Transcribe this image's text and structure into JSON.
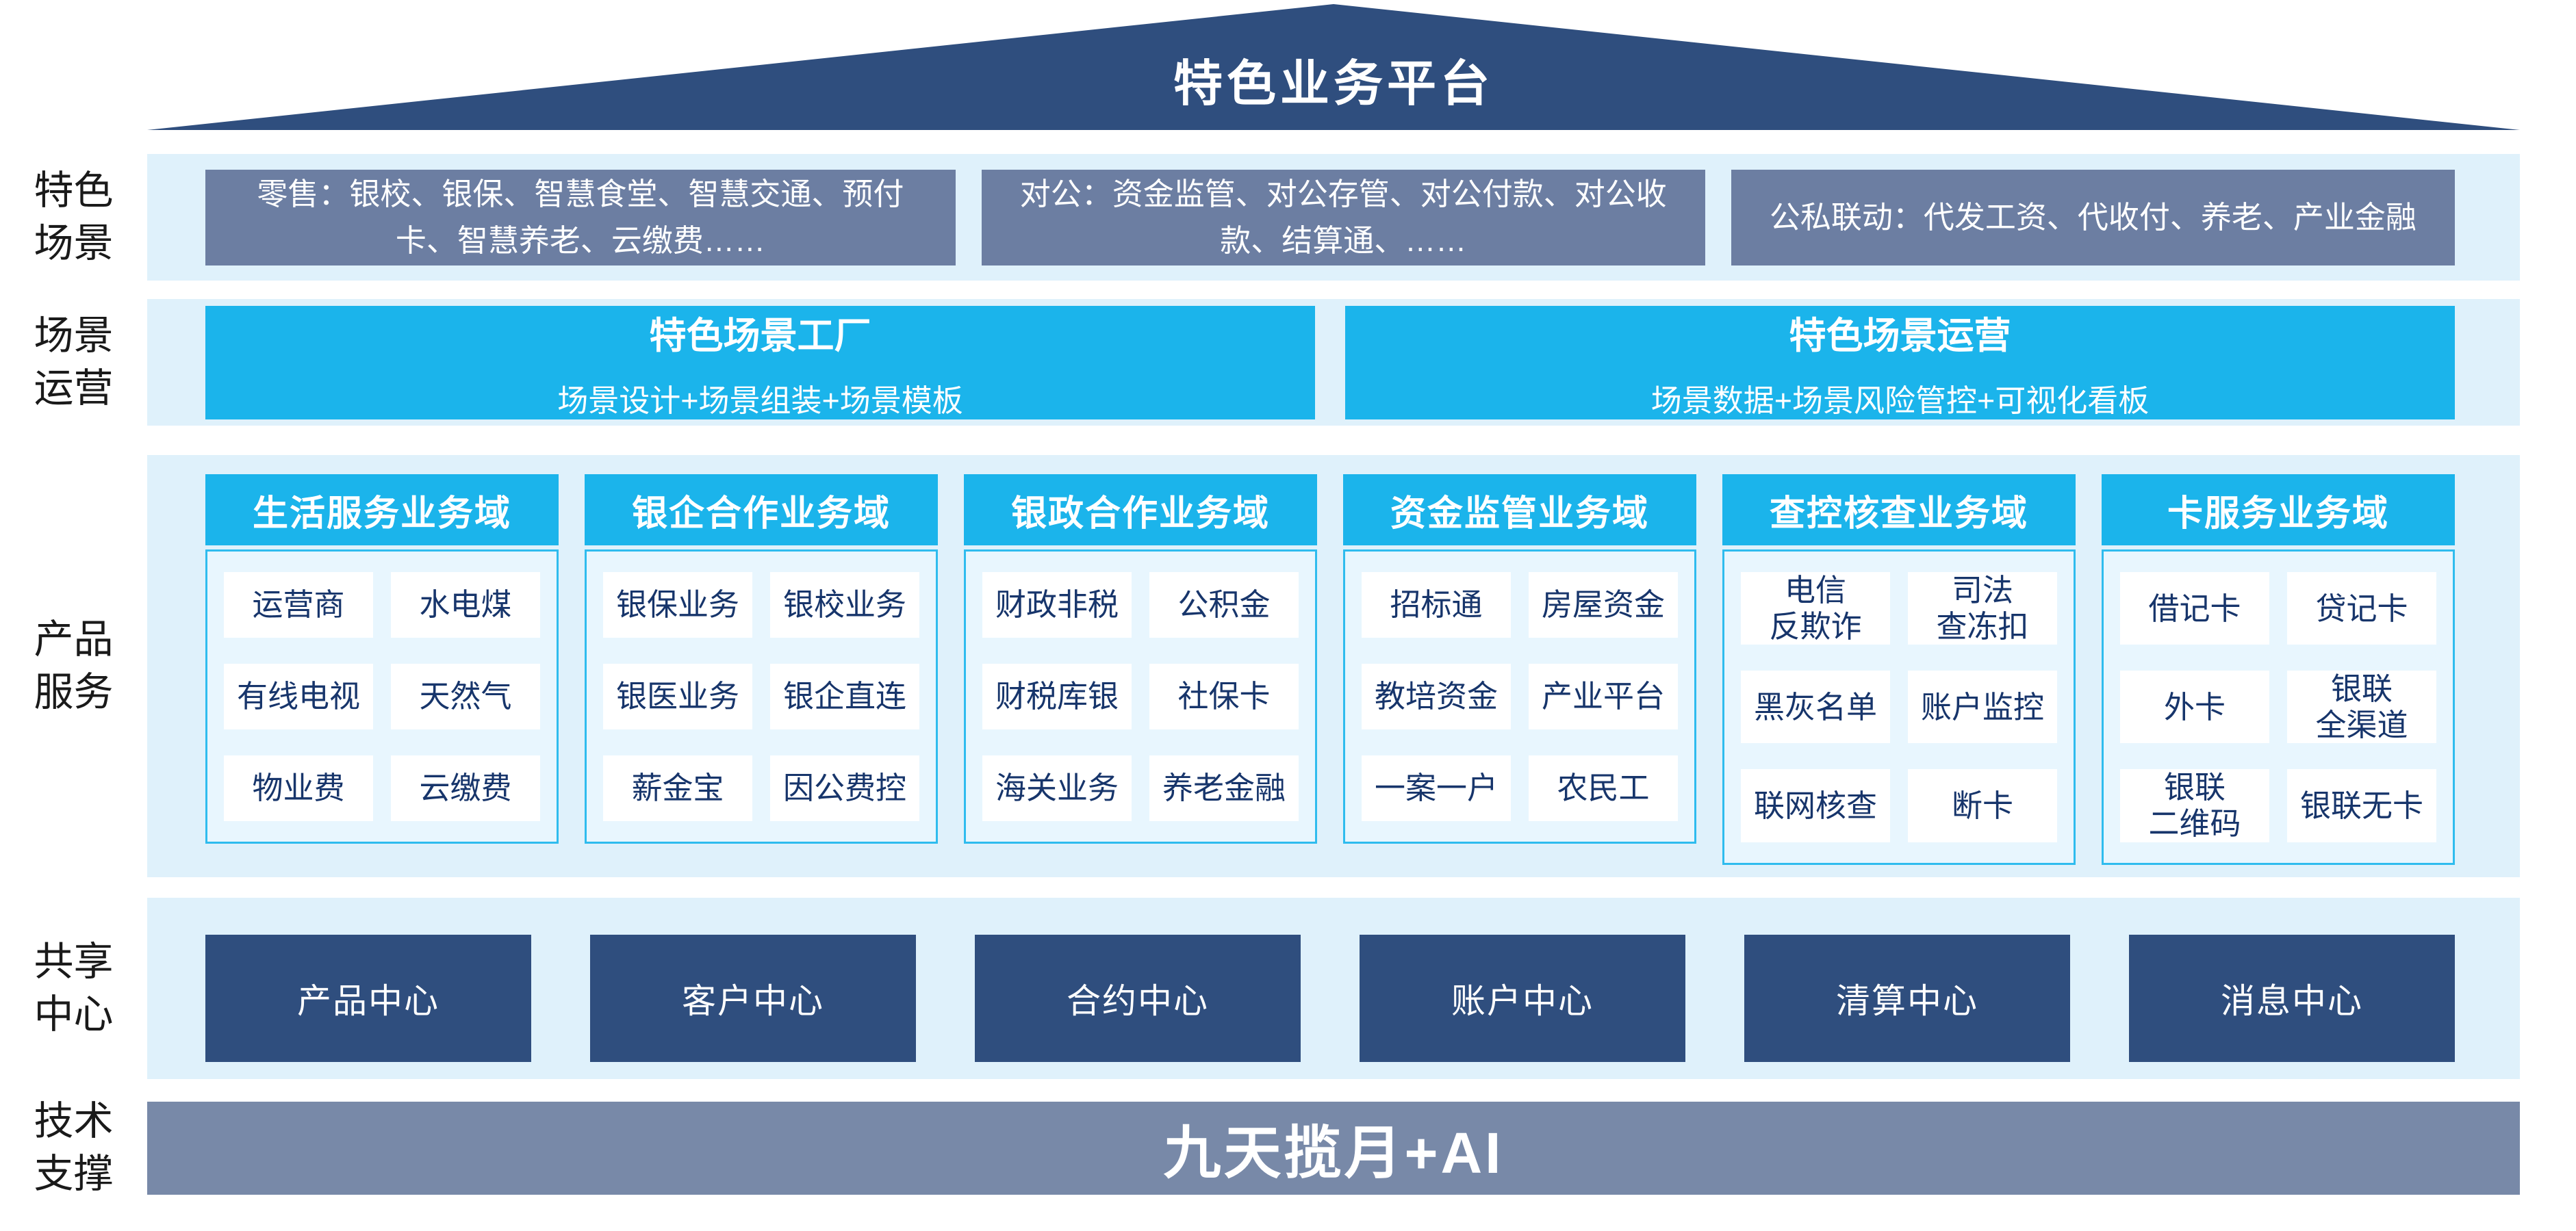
{
  "platform_title": "特色业务平台",
  "palette": {
    "navy": "#2F4E7E",
    "gray_blue": "#6C7EA2",
    "cyan": "#1BB4EB",
    "panel_bg": "#DFF1FB",
    "body_bg": "#E8F6FE",
    "body_border": "#2FBCEE",
    "cell_text": "#17356B",
    "tech_bar_bg": "#7889A8"
  },
  "side_labels": {
    "scenes": "特色\n场景",
    "operation": "场景\n运营",
    "products": "产品\n服务",
    "shared": "共享\n中心",
    "tech": "技术\n支撑"
  },
  "scenes": {
    "boxes": [
      "零售：银校、银保、智慧食堂、智慧交通、预付卡、智慧养老、云缴费……",
      "对公：资金监管、对公存管、对公付款、对公收款、结算通、……",
      "公私联动：代发工资、代收付、养老、产业金融"
    ]
  },
  "operation": {
    "boxes": [
      {
        "title": "特色场景工厂",
        "subtitle": "场景设计+场景组装+场景模板"
      },
      {
        "title": "特色场景运营",
        "subtitle": "场景数据+场景风险管控+可视化看板"
      }
    ]
  },
  "products": {
    "domains": [
      {
        "header": "生活服务业务域",
        "cells": [
          "运营商",
          "水电煤",
          "有线电视",
          "天然气",
          "物业费",
          "云缴费"
        ]
      },
      {
        "header": "银企合作业务域",
        "cells": [
          "银保业务",
          "银校业务",
          "银医业务",
          "银企直连",
          "薪金宝",
          "因公费控"
        ]
      },
      {
        "header": "银政合作业务域",
        "cells": [
          "财政非税",
          "公积金",
          "财税库银",
          "社保卡",
          "海关业务",
          "养老金融"
        ]
      },
      {
        "header": "资金监管业务域",
        "cells": [
          "招标通",
          "房屋资金",
          "教培资金",
          "产业平台",
          "一案一户",
          "农民工"
        ]
      },
      {
        "header": "查控核查业务域",
        "cells": [
          "电信\n反欺诈",
          "司法\n查冻扣",
          "黑灰名单",
          "账户监控",
          "联网核查",
          "断卡"
        ]
      },
      {
        "header": "卡服务业务域",
        "cells": [
          "借记卡",
          "贷记卡",
          "外卡",
          "银联\n全渠道",
          "银联\n二维码",
          "银联无卡"
        ]
      }
    ]
  },
  "shared": {
    "centers": [
      "产品中心",
      "客户中心",
      "合约中心",
      "账户中心",
      "清算中心",
      "消息中心"
    ]
  },
  "tech": {
    "bar": "九天揽月+AI"
  }
}
